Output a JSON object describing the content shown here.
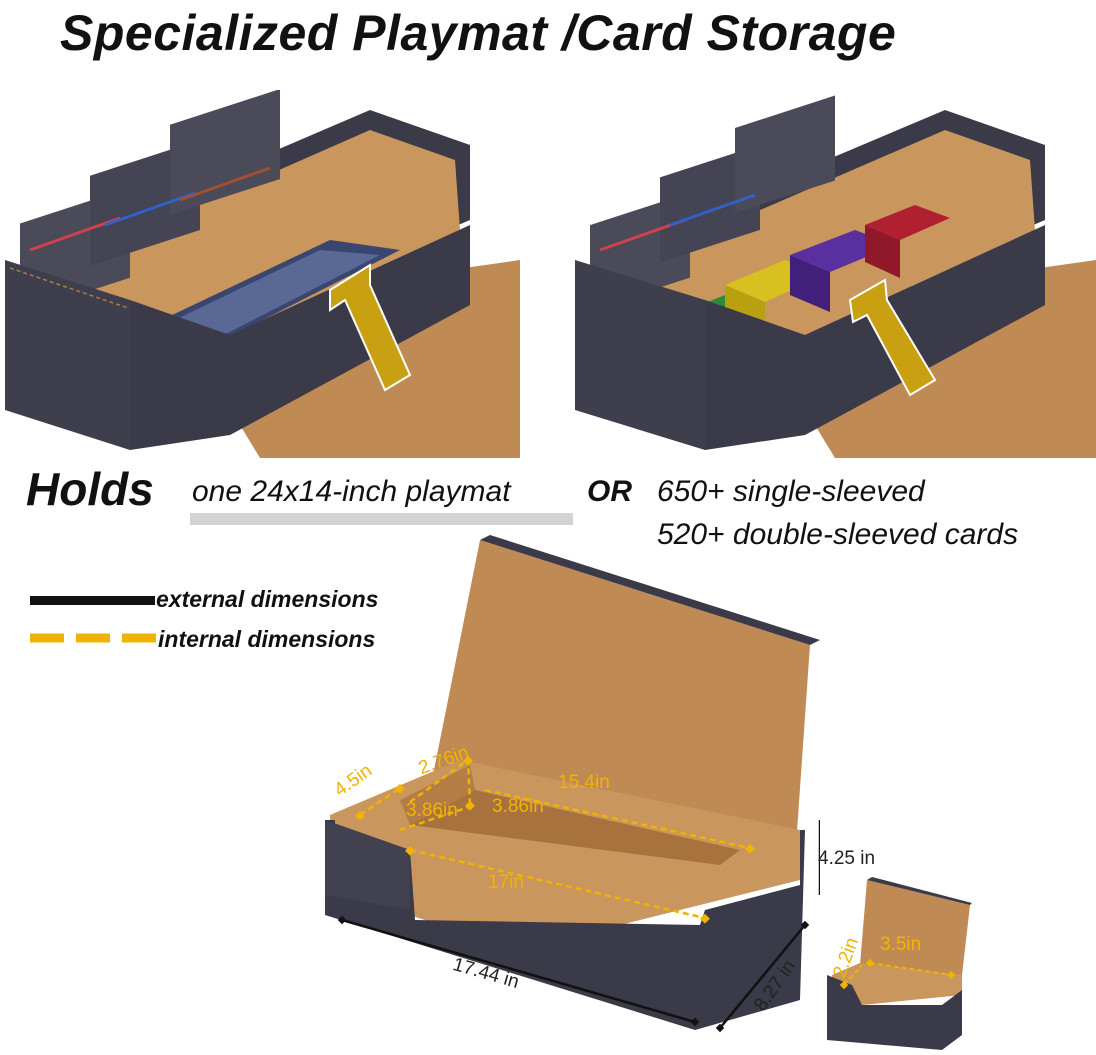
{
  "title": "Specialized Playmat /Card Storage",
  "holds": {
    "word": "Holds",
    "playmat": "one 24x14-inch playmat",
    "or": "OR",
    "single": "650+ single-sleeved",
    "double": "520+ double-sleeved cards"
  },
  "legend": {
    "external": "external dimensions",
    "internal": "internal dimensions",
    "external_color": "#111111",
    "internal_color": "#f0b400"
  },
  "dimensions": {
    "internal": {
      "d1": "4.5in",
      "d2": "2.76in",
      "d3": "3.86in",
      "d4": "3.86in",
      "d5": "15.4in",
      "d6": "17in",
      "small_h": "2.2in",
      "small_w": "3.5in"
    },
    "external": {
      "length": "17.44 in",
      "depth": "8.27 in",
      "height": "4.25 in"
    }
  },
  "colors": {
    "box_dark": "#3a3a48",
    "box_mid": "#4a4a58",
    "interior": "#c08a55",
    "interior_light": "#c9965e",
    "arrow": "#c8a012",
    "background": "#ffffff"
  }
}
